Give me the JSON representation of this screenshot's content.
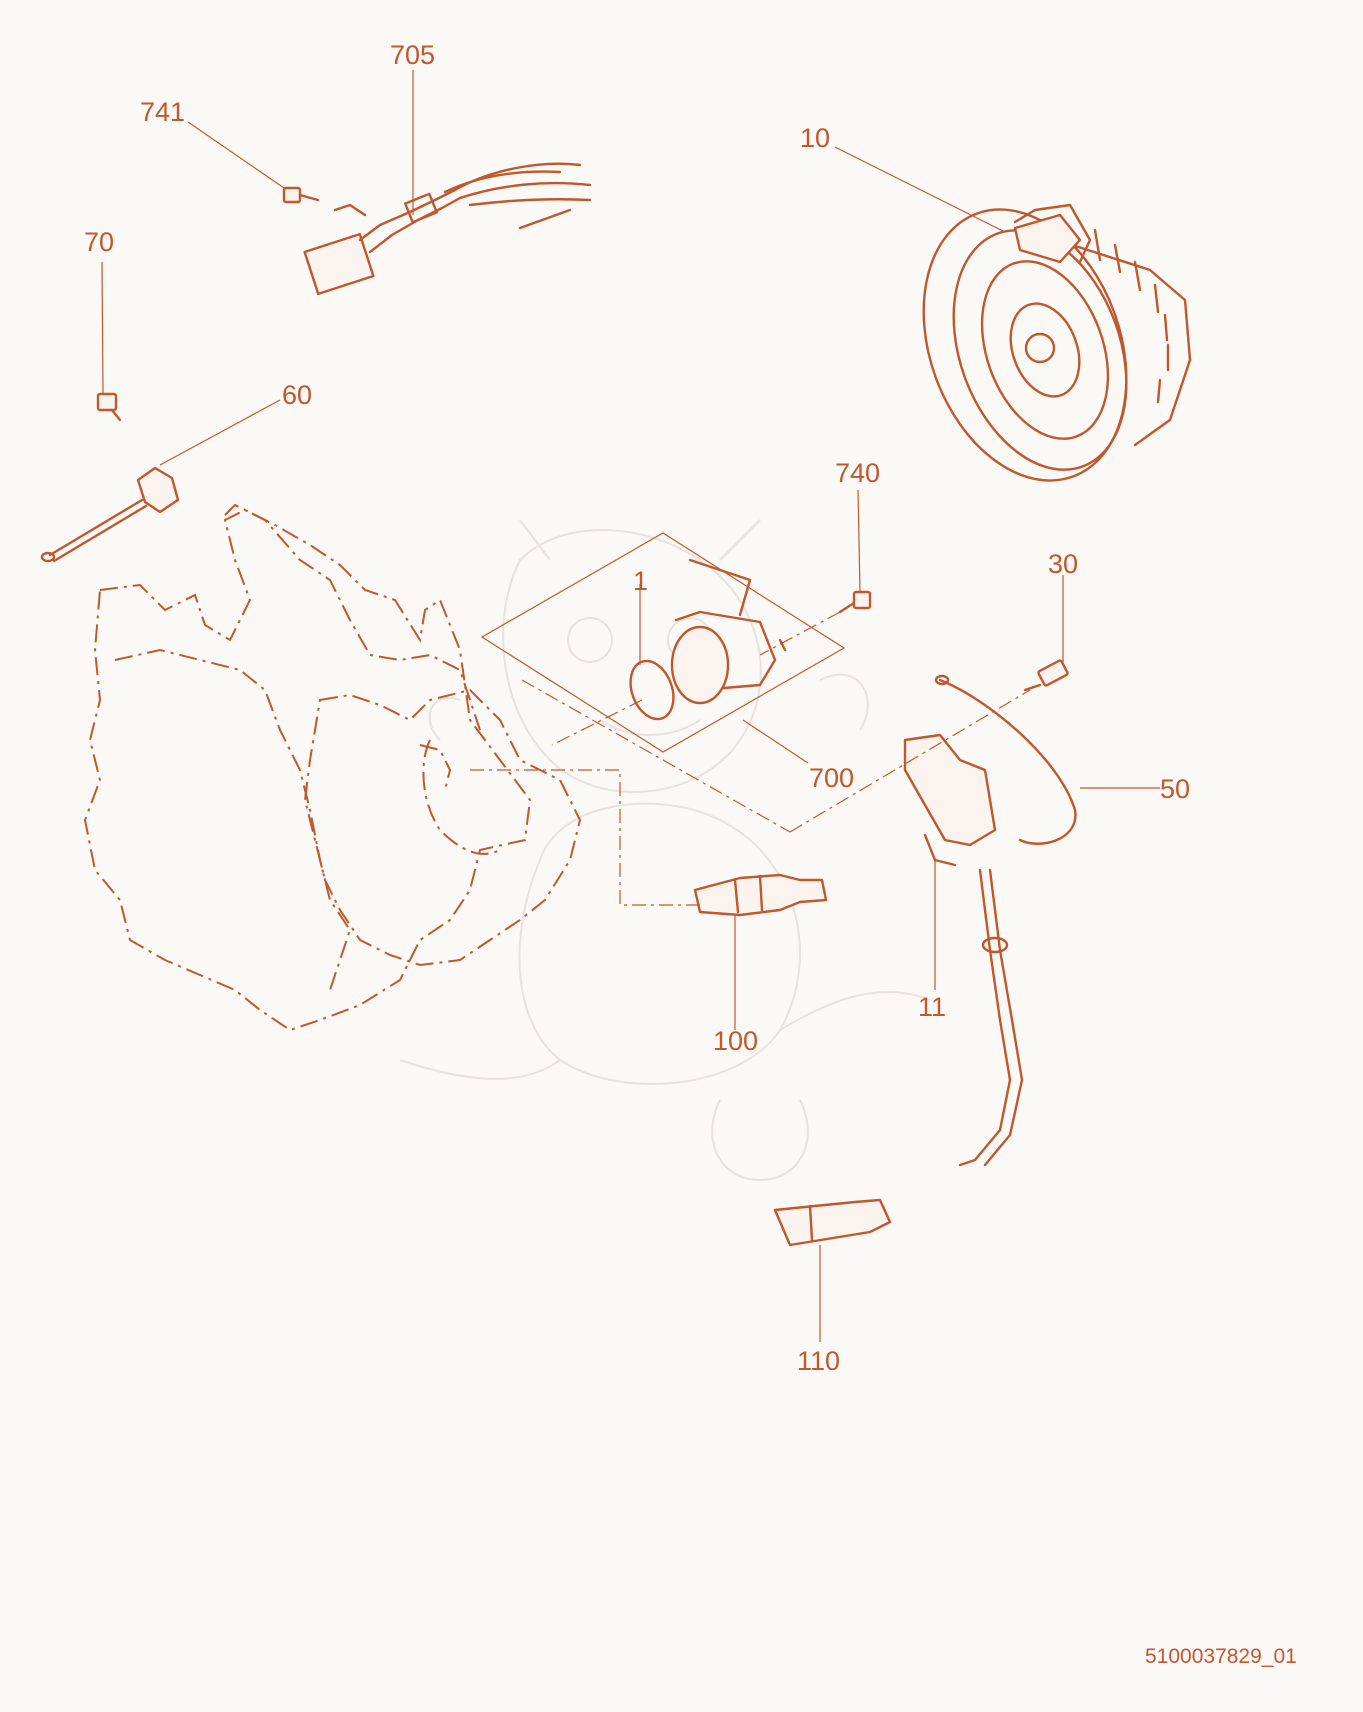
{
  "diagram": {
    "colors": {
      "line": "#c0572e",
      "background": "#faf9f6",
      "watermark": "#e6e3de"
    },
    "callouts": {
      "c705": "705",
      "c741": "741",
      "c10": "10",
      "c70": "70",
      "c60": "60",
      "c740": "740",
      "c1": "1",
      "c30": "30",
      "c700": "700",
      "c50": "50",
      "c100": "100",
      "c11": "11",
      "c110": "110"
    },
    "document_id": "5100037829_01"
  }
}
